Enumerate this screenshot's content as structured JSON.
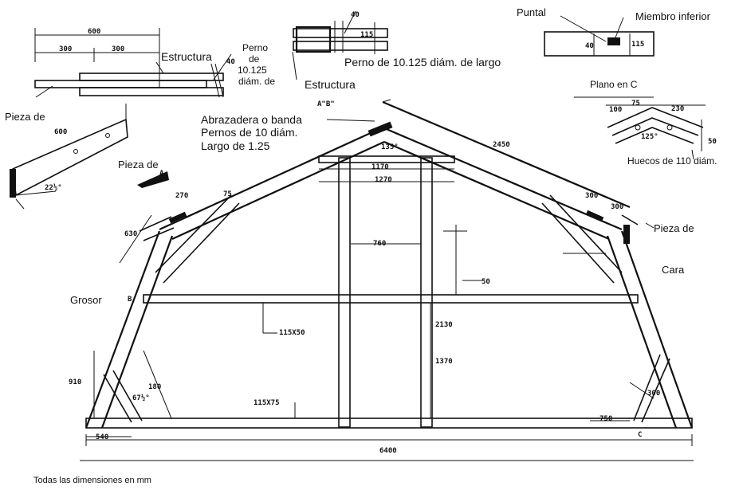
{
  "labels": {
    "estructura_top": "Estructura",
    "perno_left_1": "Perno",
    "perno_left_2": "de",
    "perno_left_3": "10.125",
    "perno_left_4": "diám. de",
    "perno_long": "Perno de 10.125 diám. de largo",
    "estructura_mid": "Estructura",
    "puntal": "Puntal",
    "miembro_inferior": "Miembro inferior",
    "plano_en_c": "Plano en C",
    "pieza_de_1": "Pieza de",
    "pieza_de_2": "Pieza de",
    "pieza_de_3": "Pieza de",
    "abrazadera": "Abrazadera o banda",
    "pernos_10": "Pernos de 10 diám.",
    "largo": "Largo de 1.25",
    "huecos": "Huecos de 110 diám.",
    "cara": "Cara",
    "grosor": "Grosor",
    "footer": "Todas las dimensiones en mm"
  },
  "dimensions": {
    "d600_top": "600",
    "d300_a": "300",
    "d300_b": "300",
    "d40_a": "40",
    "d40_b": "40",
    "d115_a": "115",
    "d40_c": "40",
    "d115_b": "115",
    "d600_piece": "600",
    "d22_5": "22½°",
    "d100": "100",
    "d75": "75",
    "d230": "230",
    "d50_detail": "50",
    "d125": "125°",
    "d2450": "2450",
    "d1170": "1170",
    "d1270": "1270",
    "d135": "135°",
    "d270": "270",
    "d75b": "75",
    "d630": "630",
    "d300_right_a": "300",
    "d300_right_b": "300",
    "d760": "760",
    "d50_right": "50",
    "d115x50": "115X50",
    "d2130": "2130",
    "d1370": "1370",
    "d910": "910",
    "d67": "67½°",
    "d180": "180",
    "d115x75": "115X75",
    "d300_c": "300",
    "d750": "750",
    "d540": "540",
    "d6400": "6400",
    "ab": "A\"B\"",
    "letter_a": "A",
    "letter_b": "B",
    "letter_c": "C"
  }
}
